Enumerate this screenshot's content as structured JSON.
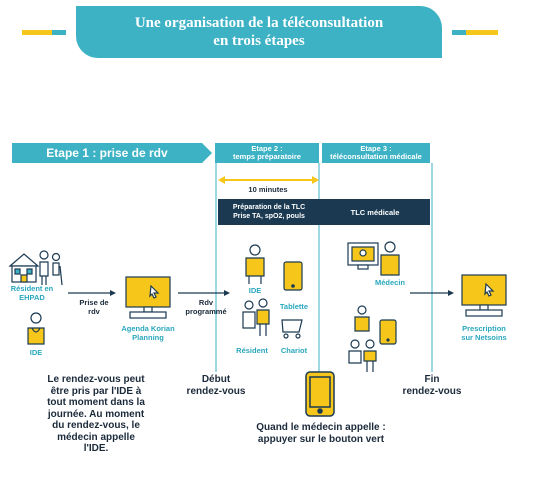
{
  "title": {
    "line1": "Une organisation de la téléconsultation",
    "line2": "en trois étapes"
  },
  "steps": {
    "step1": "Etape 1 : prise de rdv",
    "step2_line1": "Etape 2 :",
    "step2_line2": "temps préparatoire",
    "step3_line1": "Etape 3 :",
    "step3_line2": "téléconsultation médicale"
  },
  "duration": "10 minutes",
  "prep": {
    "line1": "Préparation de la TLC",
    "line2": "Prise TA, spO2, pouls"
  },
  "tlc": "TLC médicale",
  "labels": {
    "resident_ehpad_1": "Résident en",
    "resident_ehpad_2": "EHPAD",
    "ide_left": "IDE",
    "prise_rdv_1": "Prise de",
    "prise_rdv_2": "rdv",
    "agenda_1": "Agenda Korian",
    "agenda_2": "Planning",
    "rdv_prog_1": "Rdv",
    "rdv_prog_2": "programmé",
    "ide_mid": "IDE",
    "tablette": "Tablette",
    "resident_mid": "Résident",
    "chariot": "Chariot",
    "medecin": "Médecin",
    "prescription_1": "Prescription",
    "prescription_2": "sur Netsoins"
  },
  "notes": {
    "left": [
      "Le rendez-vous peut",
      "être pris par l'IDE à",
      "tout moment dans la",
      "journée. Au moment",
      "du rendez-vous, le",
      "médecin appelle",
      "l'IDE."
    ],
    "debut": [
      "Début",
      "rendez-vous"
    ],
    "fin": [
      "Fin",
      "rendez-vous"
    ],
    "call": [
      "Quand le médecin appelle :",
      "appuyer sur le bouton vert"
    ]
  },
  "colors": {
    "teal": "#3cb2c4",
    "yellow": "#f6c61a",
    "navy": "#1b3a52"
  }
}
